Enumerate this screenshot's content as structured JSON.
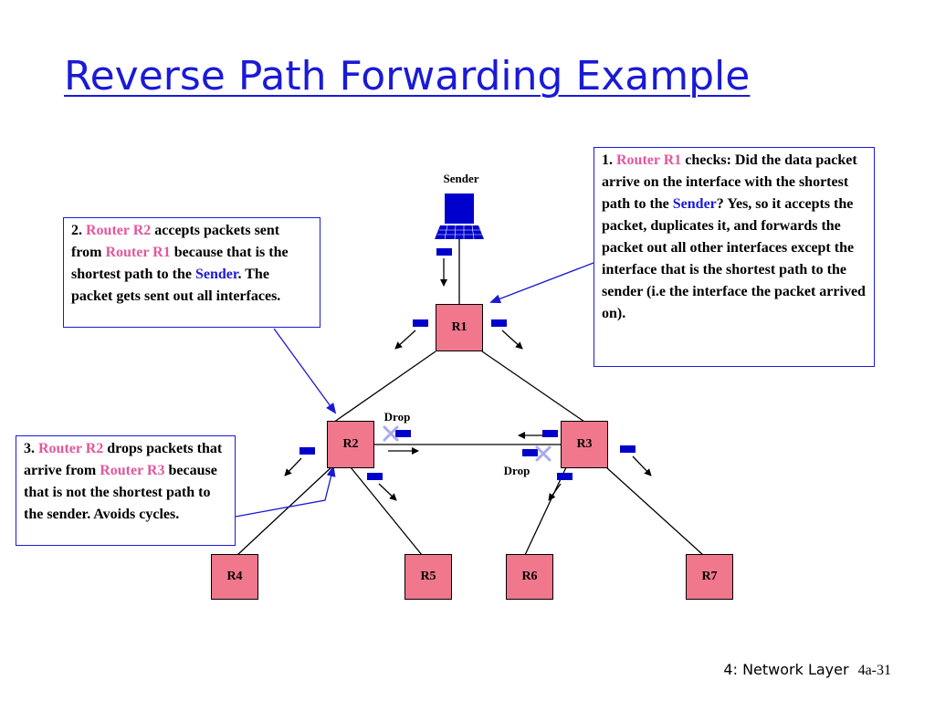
{
  "title": "Reverse Path Forwarding Example",
  "sender_label": "Sender",
  "drop_label": "Drop",
  "routers": [
    "R1",
    "R2",
    "R3",
    "R4",
    "R5",
    "R6",
    "R7"
  ],
  "notes": {
    "n1": {
      "num": "1.",
      "router": "Router R1",
      "t1": " checks: Did the data packet arrive on the interface with the shortest path to the ",
      "sender": "Sender",
      "t2": "?  Yes, so it accepts the packet, duplicates it, and forwards the packet out all other interfaces except the interface that is the shortest path to the sender (i.e the interface the packet arrived on)."
    },
    "n2": {
      "num": "2.",
      "router": "Router R2",
      "t1": " accepts packets sent from ",
      "router2": "Router R1",
      "t2": " because that is the shortest path to the ",
      "sender": "Sender",
      "t3": ". The packet gets sent out all interfaces."
    },
    "n3": {
      "num": "3.",
      "router": "Router R2",
      "t1": " drops packets that arrive from ",
      "router2": "Router R3",
      "t2": " because that is not the shortest path to the sender. Avoids cycles."
    }
  },
  "footer": {
    "chapter": "4: Network Layer",
    "page": "4a-31"
  },
  "colors": {
    "title": "#1a1ad6",
    "router_fill": "#f0778c",
    "router_text": "#e2589c",
    "packet": "#0000cc",
    "arrow_blue": "#1a1ad6"
  }
}
